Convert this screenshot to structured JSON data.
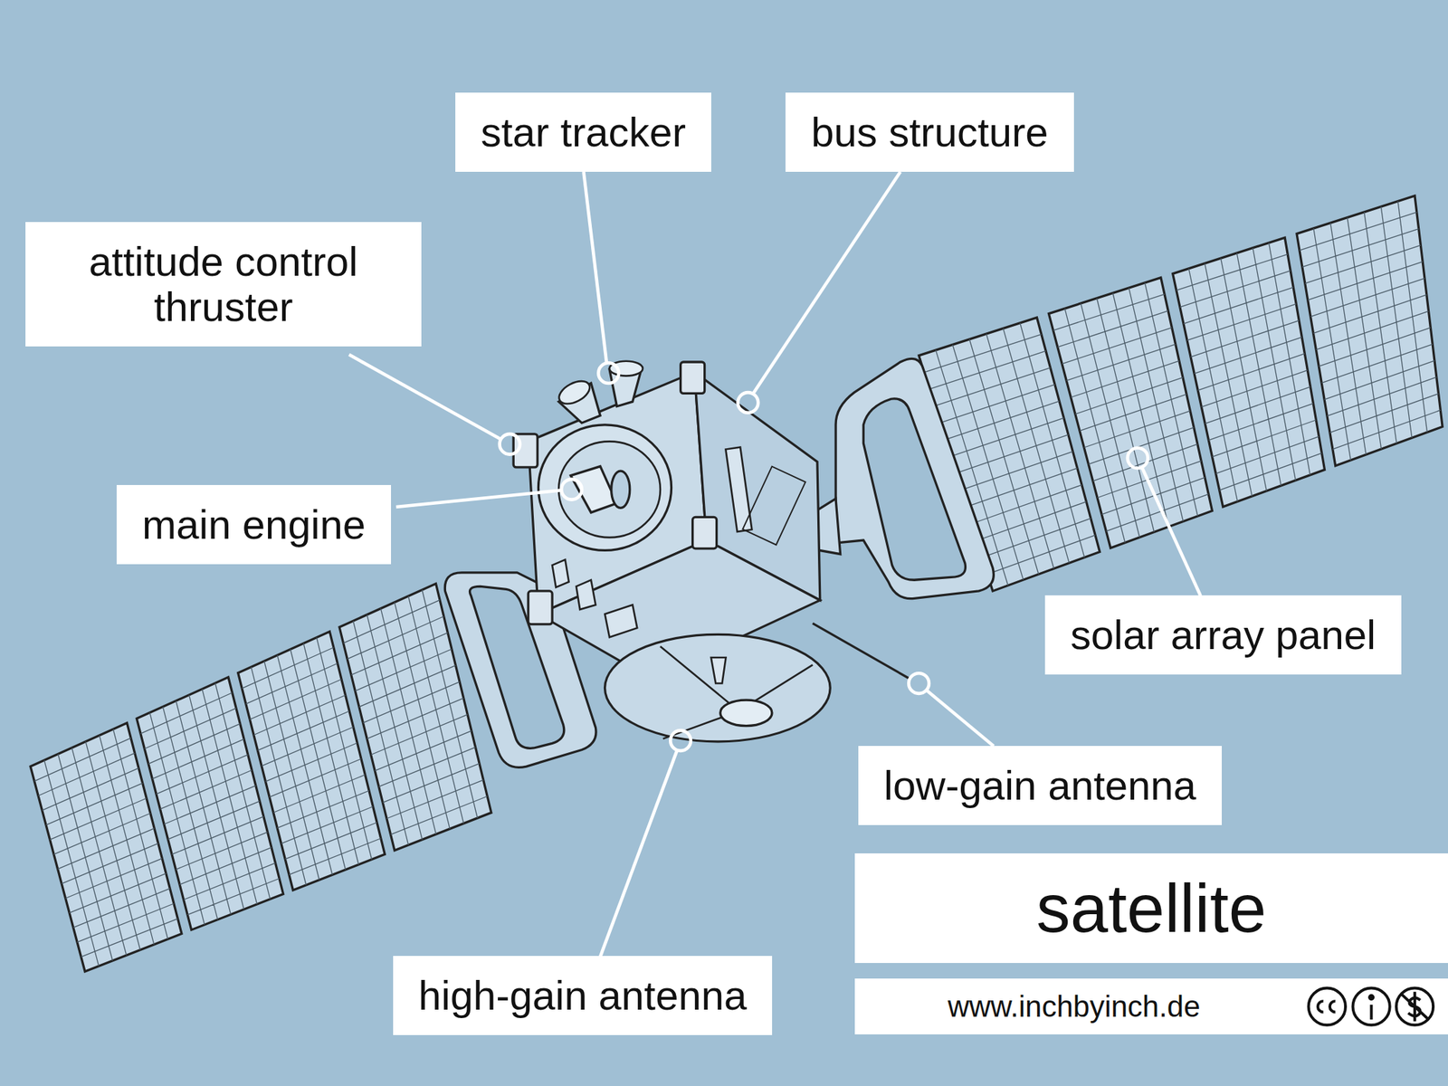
{
  "diagram": {
    "title": "satellite",
    "nodes": [
      {
        "text": [
          "star tracker"
        ]
      },
      {
        "text": [
          "bus structure"
        ]
      },
      {
        "text": [
          "attitude control thruster"
        ]
      },
      {
        "text": [
          "main engine"
        ]
      },
      {
        "text": [
          "solar array panel"
        ]
      },
      {
        "text": [
          "low-gain antenna"
        ]
      },
      {
        "text": [
          "high-gain antenna"
        ]
      }
    ],
    "labels": [
      "www.inchbyinch.de"
    ]
  }
}
